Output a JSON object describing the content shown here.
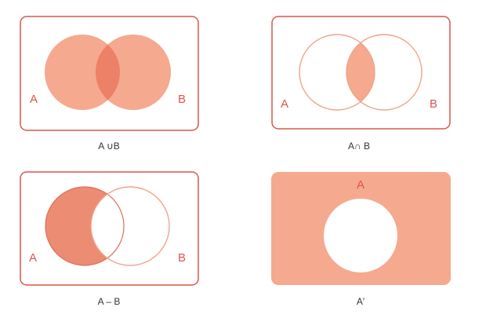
{
  "colors": {
    "frame": "#d9564c",
    "fill": "#f5a98e",
    "overlap": "#ec8167",
    "circle_stroke": "#f0a388",
    "label": "#e0554a",
    "caption": "#333333",
    "background": "#ffffff"
  },
  "panels": [
    {
      "operation": "union",
      "label_a": "A",
      "label_b": "B",
      "caption": "A ∪B"
    },
    {
      "operation": "intersection",
      "label_a": "A",
      "label_b": "B",
      "caption": "A∩ B"
    },
    {
      "operation": "difference",
      "label_a": "A",
      "label_b": "B",
      "caption": "A – B"
    },
    {
      "operation": "complement",
      "label_a": "A",
      "caption": "A′"
    }
  ]
}
